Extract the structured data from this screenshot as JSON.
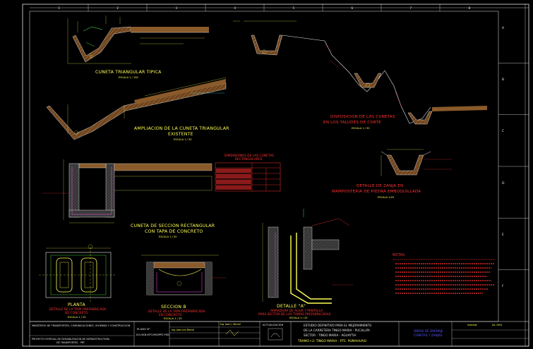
{
  "border": {
    "col_labels": [
      "1",
      "2",
      "3",
      "4",
      "5",
      "6",
      "7",
      "8"
    ],
    "row_labels": [
      "A",
      "B",
      "C",
      "D",
      "E",
      "F"
    ]
  },
  "views": {
    "cuneta_triangular": {
      "title": "CUNETA TRIANGULAR TIPICA",
      "scale": "ESCALA 1 / 100"
    },
    "ampliacion": {
      "title_line1": "AMPLIACION DE LA CUNETA TRIANGULAR",
      "title_line2": "EXISTENTE",
      "scale": "ESCALA 1 / 50"
    },
    "disposicion": {
      "title_line1": "DISPOSICION DE LAS CUNETAS",
      "title_line2": "EN LOS TALUDES DE CORTE",
      "scale": "ESCALA 1 / 50"
    },
    "tabla_dimensiones": {
      "title_line1": "DIMENSIONES DE LAS CUNETAS",
      "title_line2": "RECTANGULARES"
    },
    "zanja": {
      "title_line1": "DETALLE DE ZANJA EN",
      "title_line2": "MAMPOSTERIA DE PIEDRA EMBOQUILLADA",
      "scale": "ESCALA 1/25"
    },
    "cuneta_rectangular": {
      "title_line1": "CUNETA DE SECCION RECTANGULAR",
      "title_line2": "CON TAPA DE CONCRETO",
      "scale": "ESCALA 1 / 50"
    },
    "planta": {
      "title": "PLANTA",
      "sub_line1": "DETALLE DE LA TAPA PREFABRICADA",
      "sub_line2": "DE CONCRETO",
      "scale": "ESCALA 1 / 25"
    },
    "seccion": {
      "title": "SECCION B",
      "sub_line1": "DETALLE DE LA TAPA PREFABRICADA",
      "sub_line2": "EN CONCRETO",
      "scale": "ESCALA 1 / 25"
    },
    "detalle_a": {
      "title": "DETALLE \"A\"",
      "sub_line1": "ARMADURA DE AGUA Y PANTALLA",
      "sub_line2": "PARA SECTOR DE LAS TOMAS PREFABRICADAS",
      "scale": "ESCALA 1 / 25"
    },
    "notas": {
      "title": "NOTAS"
    }
  },
  "title_block": {
    "ministry_line1": "MINISTERIO DE TRANSPORTES, COMUNICACIONES, VIVIENDA Y CONSTRUCCION",
    "ministry_line2": "PROYECTO ESPECIAL DE REHABILITACION DE INFRAESTRUCTURA",
    "ministry_line3": "DE TRANSPORTES - PRT",
    "sheet_label": "PLANO N°",
    "sheet_number": "145-SKB-MTC/MEI/PRT-PSD",
    "responsable": "Ing. Jose Luis Bernal",
    "revisado": "Ing. Jose L. Bernal",
    "firm": "ACTUALIZACION",
    "desc_line1": "ESTUDIO DEFINITIVO PARA EL MEJORAMIENTO",
    "desc_line2": "DE LA CARRETERA TINGO MARIA - PUCALLPA",
    "desc_line3": "SECTOR :   TINGO MARIA  -  AGUAYTIA",
    "desc_line4": "TRAMO I-2: TINGO MARIA  -  PTE. PUMAHUASI",
    "drawing_title_line1": "OBRAS DE DRENAJE",
    "drawing_title_line2": "CUNETAS Y ZANJAS",
    "date": "JUL 2004",
    "dwg_label": "Indicada"
  },
  "colors": {
    "background": "#000000",
    "concrete": "#8a5a2a",
    "dimension": "#ffff55",
    "annotation": "#ff3333",
    "outline": "#ffffff",
    "accent": "#55ffff",
    "rebar": "#ff55ff",
    "hatch_green": "#55ff55"
  }
}
